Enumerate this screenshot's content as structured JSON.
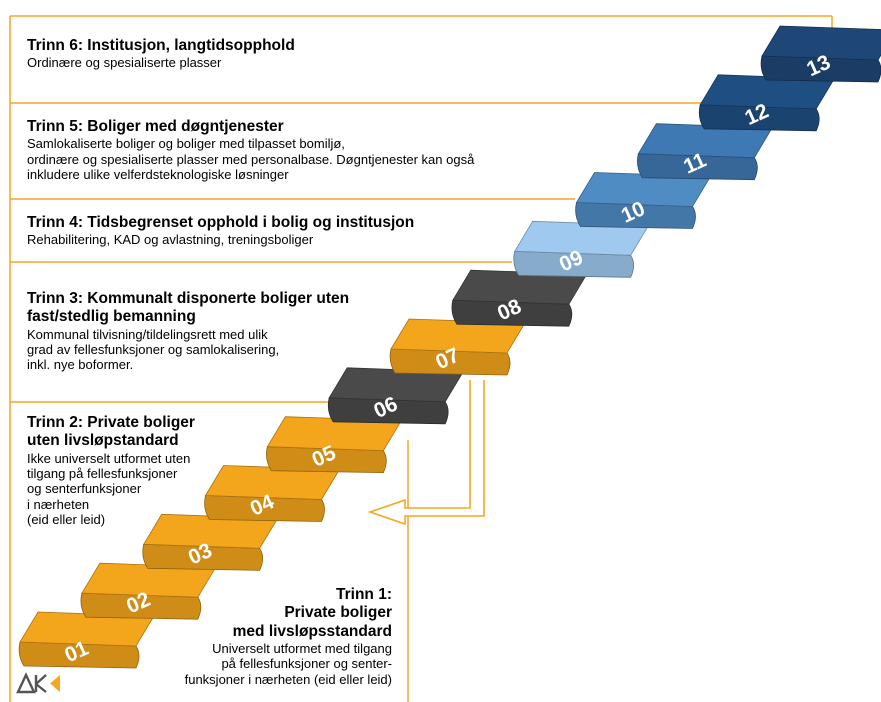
{
  "tiers": [
    {
      "id": "t6",
      "title": "Trinn 6: Institusjon, langtidsopphold",
      "lines": [
        "Ordinære og spesialiserte plasser"
      ]
    },
    {
      "id": "t5",
      "title": "Trinn 5: Boliger med døgntjenester",
      "lines": [
        "Samlokaliserte boliger og boliger med tilpasset bomiljø,",
        "ordinære og spesialiserte plasser med personalbase. Døgntjenester kan også",
        "inkludere ulike velferdsteknologiske løsninger"
      ]
    },
    {
      "id": "t4",
      "title": "Trinn 4: Tidsbegrenset opphold i bolig og institusjon",
      "lines": [
        "Rehabilitering, KAD og avlastning, treningsboliger"
      ]
    },
    {
      "id": "t3",
      "title_lines": [
        "Trinn 3: Kommunalt disponerte boliger uten",
        "fast/stedlig bemanning"
      ],
      "lines": [
        "Kommunal tilvisning/tildelingsrett med ulik",
        "grad av fellesfunksjoner og samlokalisering,",
        "inkl. nye boformer."
      ]
    },
    {
      "id": "t2",
      "title_lines": [
        "Trinn 2: Private boliger",
        "uten livsløpstandard"
      ],
      "lines": [
        "Ikke universelt utformet uten",
        "tilgang på fellesfunksjoner",
        "og senterfunksjoner",
        "i nærheten",
        "(eid eller leid)"
      ]
    },
    {
      "id": "t1",
      "title_lines": [
        "Trinn 1:",
        "Private boliger",
        "med livsløpsstandard"
      ],
      "lines": [
        "Universelt utformet med tilgang",
        "på fellesfunksjoner og senter-",
        "funksjoner i nærheten (eid eller leid)"
      ]
    }
  ],
  "steps": [
    "01",
    "02",
    "03",
    "04",
    "05",
    "06",
    "07",
    "08",
    "09",
    "10",
    "11",
    "12",
    "13"
  ],
  "step_colors": [
    "#f3a51b",
    "#f3a51b",
    "#f3a51b",
    "#f3a51b",
    "#f3a51b",
    "#4a4a4a",
    "#f3a51b",
    "#4a4a4a",
    "#9fc9ee",
    "#4f8cc4",
    "#3f79b3",
    "#1f4f82",
    "#1e4677"
  ],
  "colors": {
    "frame_orange": "#f5a623",
    "arrow": "#f5a623"
  },
  "logo": "logo-icon"
}
